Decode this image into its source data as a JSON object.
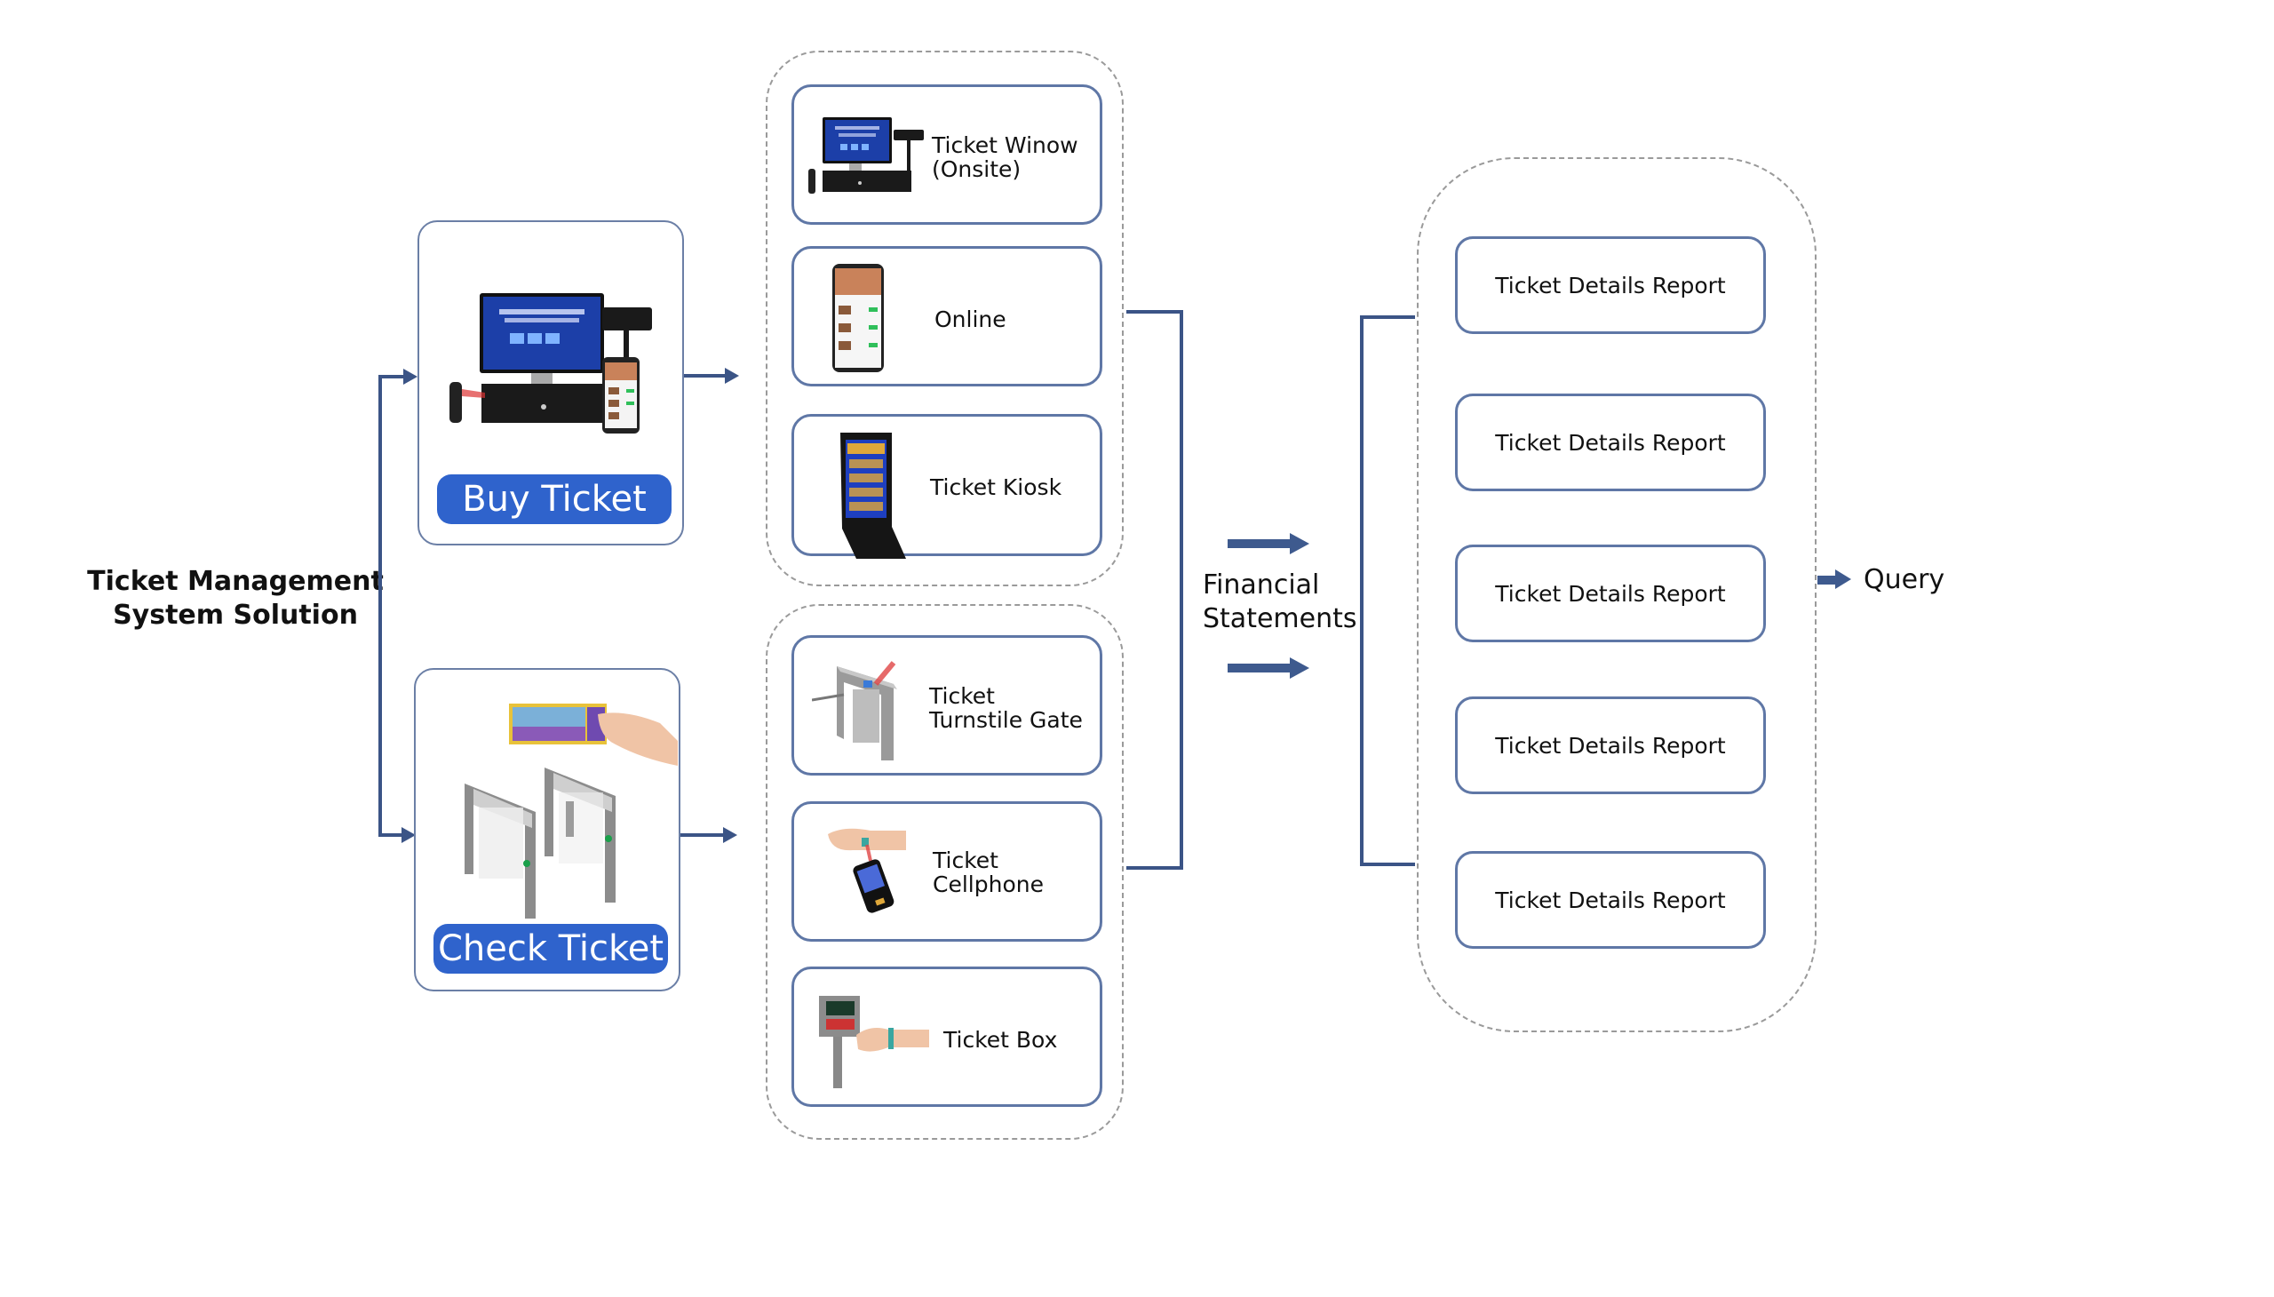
{
  "title": {
    "line1": "Ticket Management",
    "line2": "System Solution"
  },
  "modules": [
    {
      "label": "Buy Ticket",
      "icon": "ticketing-pos-terminal-icon"
    },
    {
      "label": "Check Ticket",
      "icon": "turnstile-gate-with-ticket-icon"
    }
  ],
  "buy_channels": [
    {
      "line1": "Ticket Winow",
      "line2": "(Onsite)",
      "icon": "pos-terminal-icon"
    },
    {
      "line1": "Online",
      "line2": "",
      "icon": "smartphone-app-icon"
    },
    {
      "line1": "Ticket Kiosk",
      "line2": "",
      "icon": "kiosk-icon"
    }
  ],
  "check_channels": [
    {
      "line1": "Ticket",
      "line2": "Turnstile Gate",
      "icon": "tripod-turnstile-icon"
    },
    {
      "line1": "Ticket",
      "line2": "Cellphone",
      "icon": "handheld-scanner-icon"
    },
    {
      "line1": "Ticket Box",
      "line2": "",
      "icon": "wristband-reader-icon"
    }
  ],
  "middle_label": {
    "line1": "Financial",
    "line2": "Statements"
  },
  "reports": [
    "Ticket Details Report",
    "Ticket Details Report",
    "Ticket Details Report",
    "Ticket Details Report",
    "Ticket Details Report"
  ],
  "output_label": "Query",
  "colors": {
    "accent_button": "#2f63cc",
    "connector": "#3b5486",
    "card_border": "#5f77a6",
    "dashed_border": "#9a9a9a"
  }
}
